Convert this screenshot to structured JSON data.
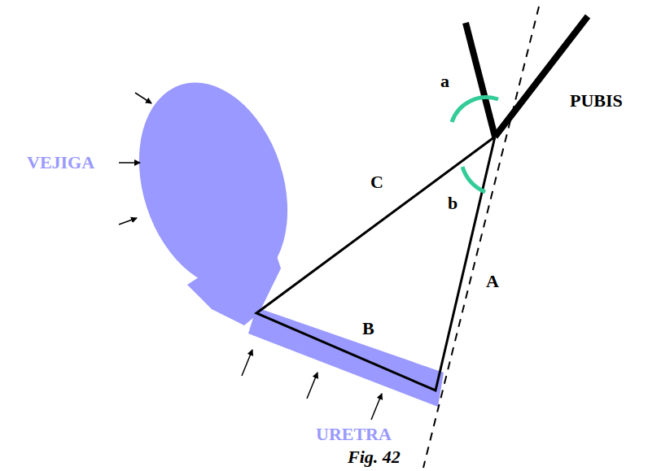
{
  "diagram": {
    "caption": "Fig. 42",
    "labels": [
      "VEJIGA",
      "C",
      "a",
      "b",
      "PUBIS",
      "A",
      "B",
      "URETRA"
    ]
  }
}
